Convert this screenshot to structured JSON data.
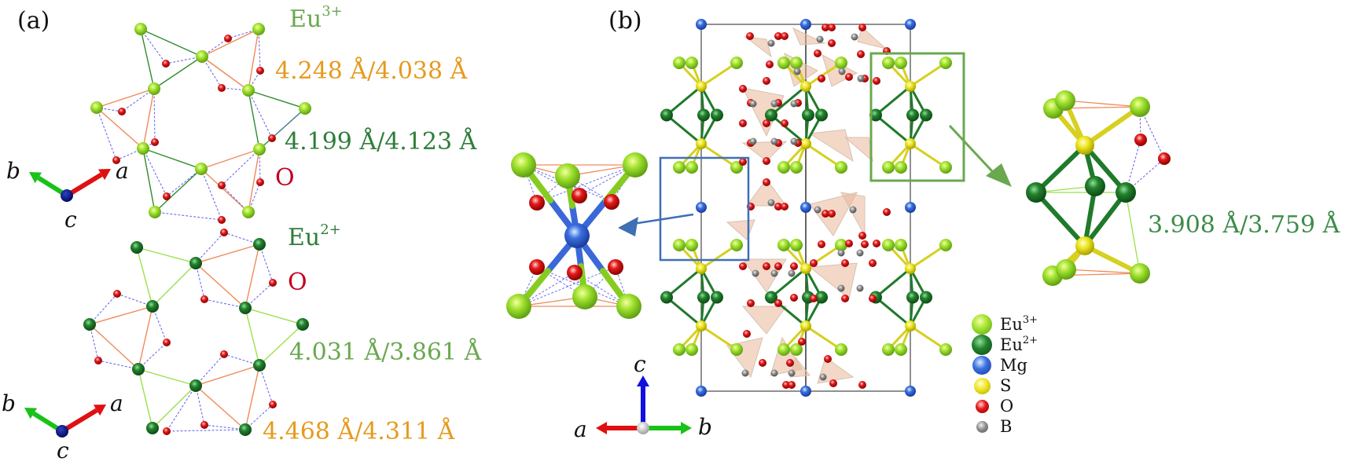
{
  "figure": {
    "panel_a_label": "(a)",
    "panel_b_label": "(b)",
    "panel_a": {
      "eu3_network": {
        "ion_label": {
          "base": "Eu",
          "charge": "3+",
          "color": "#6aa84f"
        },
        "oxygen_label": {
          "text": "O",
          "color": "#c00020"
        },
        "distance_1": {
          "text": "4.248 Å/4.038 Å",
          "color": "#e69a1e"
        },
        "distance_2": {
          "text": "4.199 Å/4.123 Å",
          "color": "#2e7d3a"
        }
      },
      "eu2_network": {
        "ion_label": {
          "base": "Eu",
          "charge": "2+",
          "color": "#2e7d3a"
        },
        "oxygen_label": {
          "text": "O",
          "color": "#c00020"
        },
        "distance_1": {
          "text": "4.031 Å/3.861 Å",
          "color": "#6aa84f"
        },
        "distance_2": {
          "text": "4.468 Å/4.311 Å",
          "color": "#e69a1e"
        }
      },
      "axes_top": {
        "a": "a",
        "b": "b",
        "c": "c"
      },
      "axes_bottom": {
        "a": "a",
        "b": "b",
        "c": "c"
      }
    },
    "panel_b": {
      "axes": {
        "a": "a",
        "b": "b",
        "c": "c"
      },
      "zoom_right_distance": {
        "text": "3.908 Å/3.759 Å",
        "color": "#3d8b4a"
      },
      "blue_box_color": "#3f6fb5",
      "green_box_color": "#6aa84f"
    },
    "legend": [
      {
        "base": "Eu",
        "charge": "3+",
        "color": "#8fd82a",
        "icon": "eu3-atom-icon"
      },
      {
        "base": "Eu",
        "charge": "2+",
        "color": "#1f7a2a",
        "icon": "eu2-atom-icon"
      },
      {
        "base": "Mg",
        "charge": "",
        "color": "#2f62d6",
        "icon": "mg-atom-icon"
      },
      {
        "base": "S",
        "charge": "",
        "color": "#e8e020",
        "icon": "s-atom-icon"
      },
      {
        "base": "O",
        "charge": "",
        "color": "#e01818",
        "icon": "o-atom-icon"
      },
      {
        "base": "B",
        "charge": "",
        "color": "#8a8a8a",
        "icon": "b-atom-icon"
      }
    ],
    "colors": {
      "eu3": "#8fd82a",
      "eu2": "#1f7a2a",
      "mg": "#2f62d6",
      "s": "#e8e020",
      "o": "#e01818",
      "b": "#8a8a8a",
      "bond_orange": "#f08a5a",
      "bond_dark_green": "#2e8b2e",
      "bond_light_green": "#9be04a",
      "bond_blue_dotted": "#6a6af0",
      "axis_a": "#e01010",
      "axis_b": "#19c219",
      "axis_c_view": "#0a1a8a",
      "axis_c_up": "#1010e0"
    }
  }
}
